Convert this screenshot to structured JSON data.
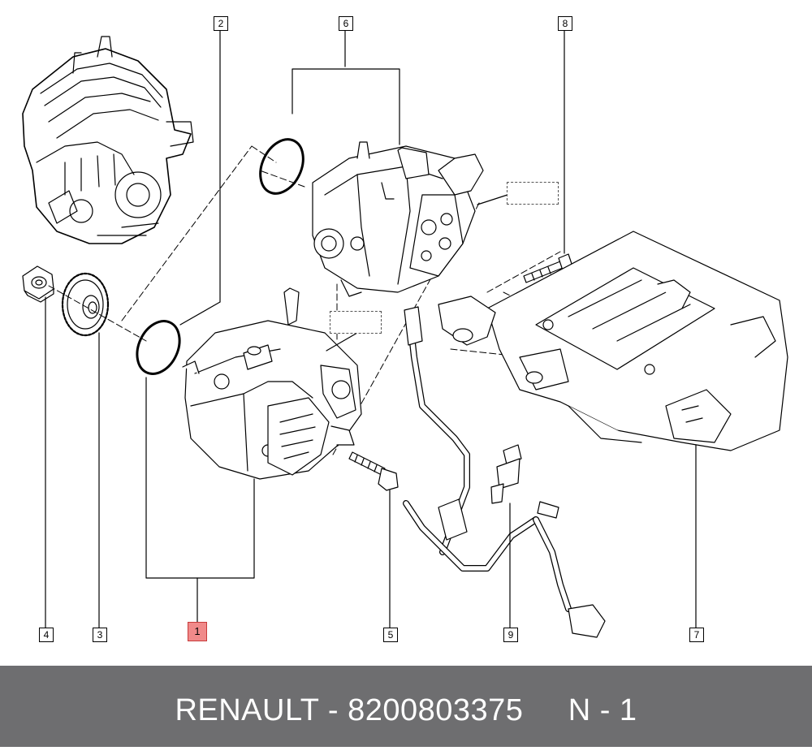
{
  "callouts": {
    "c1": "1",
    "c2": "2",
    "c3": "3",
    "c4": "4",
    "c5": "5",
    "c6": "6",
    "c7": "7",
    "c8": "8",
    "c9": "9"
  },
  "highlight_color": "#f08a8a",
  "footer": {
    "text": "RENAULT - 8200803375     N - 1",
    "background": "#6e6e70"
  }
}
